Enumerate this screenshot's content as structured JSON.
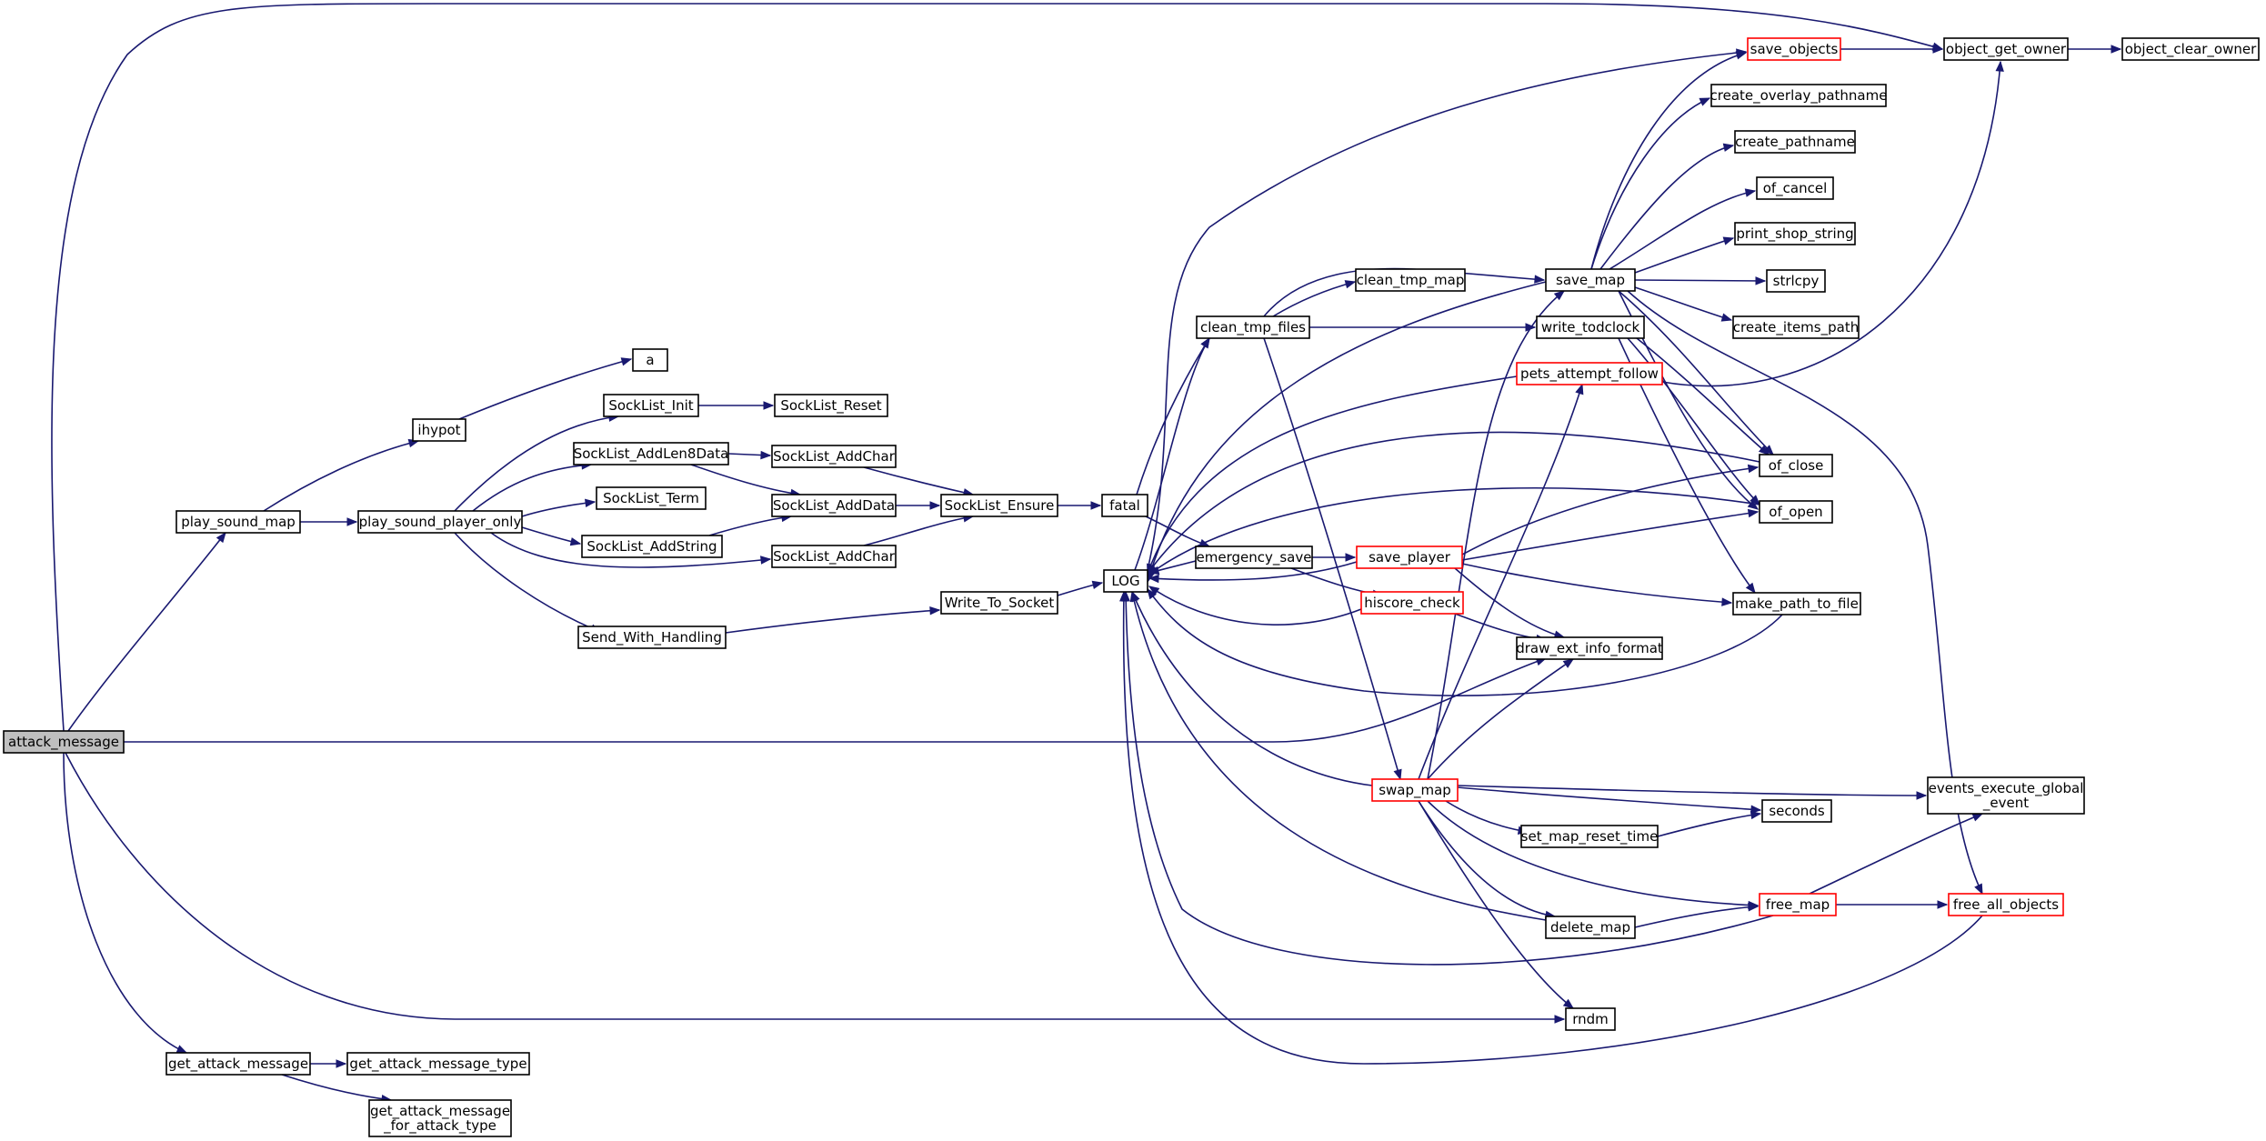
{
  "graph": {
    "edge_color": "#191970",
    "current_node_fill": "#bfbfbf",
    "truncated_border_color": "#ff0000",
    "nodes": [
      {
        "id": "attack_message",
        "lines": [
          "attack_message"
        ],
        "current": true
      },
      {
        "id": "play_sound_map",
        "lines": [
          "play_sound_map"
        ]
      },
      {
        "id": "get_attack_message",
        "lines": [
          "get_attack_message"
        ]
      },
      {
        "id": "ihypot",
        "lines": [
          "ihypot"
        ]
      },
      {
        "id": "a",
        "lines": [
          "a"
        ]
      },
      {
        "id": "play_sound_player_only",
        "lines": [
          "play_sound_player_only"
        ]
      },
      {
        "id": "SockList_Init",
        "lines": [
          "SockList_Init"
        ]
      },
      {
        "id": "SockList_Reset",
        "lines": [
          "SockList_Reset"
        ]
      },
      {
        "id": "SockList_AddLen8Data",
        "lines": [
          "SockList_AddLen8Data"
        ]
      },
      {
        "id": "SockList_AddChar_1",
        "lines": [
          "SockList_AddChar"
        ]
      },
      {
        "id": "SockList_Term",
        "lines": [
          "SockList_Term"
        ]
      },
      {
        "id": "SockList_AddData",
        "lines": [
          "SockList_AddData"
        ]
      },
      {
        "id": "SockList_AddString",
        "lines": [
          "SockList_AddString"
        ]
      },
      {
        "id": "SockList_AddChar_2",
        "lines": [
          "SockList_AddChar"
        ]
      },
      {
        "id": "SockList_Ensure",
        "lines": [
          "SockList_Ensure"
        ]
      },
      {
        "id": "fatal",
        "lines": [
          "fatal"
        ]
      },
      {
        "id": "Send_With_Handling",
        "lines": [
          "Send_With_Handling"
        ]
      },
      {
        "id": "Write_To_Socket",
        "lines": [
          "Write_To_Socket"
        ]
      },
      {
        "id": "LOG",
        "lines": [
          "LOG"
        ]
      },
      {
        "id": "clean_tmp_files",
        "lines": [
          "clean_tmp_files"
        ]
      },
      {
        "id": "clean_tmp_map",
        "lines": [
          "clean_tmp_map"
        ]
      },
      {
        "id": "emergency_save",
        "lines": [
          "emergency_save"
        ]
      },
      {
        "id": "save_player",
        "lines": [
          "save_player"
        ],
        "truncated": true
      },
      {
        "id": "hiscore_check",
        "lines": [
          "hiscore_check"
        ],
        "truncated": true
      },
      {
        "id": "swap_map",
        "lines": [
          "swap_map"
        ],
        "truncated": true
      },
      {
        "id": "save_map",
        "lines": [
          "save_map"
        ]
      },
      {
        "id": "write_todclock",
        "lines": [
          "write_todclock"
        ]
      },
      {
        "id": "pets_attempt_follow",
        "lines": [
          "pets_attempt_follow"
        ],
        "truncated": true
      },
      {
        "id": "draw_ext_info_format",
        "lines": [
          "draw_ext_info_format"
        ]
      },
      {
        "id": "set_map_reset_time",
        "lines": [
          "set_map_reset_time"
        ]
      },
      {
        "id": "delete_map",
        "lines": [
          "delete_map"
        ]
      },
      {
        "id": "rndm",
        "lines": [
          "rndm"
        ]
      },
      {
        "id": "save_objects",
        "lines": [
          "save_objects"
        ],
        "truncated": true
      },
      {
        "id": "create_overlay_pathname",
        "lines": [
          "create_overlay_pathname"
        ]
      },
      {
        "id": "create_pathname",
        "lines": [
          "create_pathname"
        ]
      },
      {
        "id": "of_cancel",
        "lines": [
          "of_cancel"
        ]
      },
      {
        "id": "print_shop_string",
        "lines": [
          "print_shop_string"
        ]
      },
      {
        "id": "strlcpy",
        "lines": [
          "strlcpy"
        ]
      },
      {
        "id": "create_items_path",
        "lines": [
          "create_items_path"
        ]
      },
      {
        "id": "of_close",
        "lines": [
          "of_close"
        ]
      },
      {
        "id": "of_open",
        "lines": [
          "of_open"
        ]
      },
      {
        "id": "make_path_to_file",
        "lines": [
          "make_path_to_file"
        ]
      },
      {
        "id": "seconds",
        "lines": [
          "seconds"
        ]
      },
      {
        "id": "free_map",
        "lines": [
          "free_map"
        ],
        "truncated": true
      },
      {
        "id": "object_get_owner",
        "lines": [
          "object_get_owner"
        ]
      },
      {
        "id": "object_clear_owner",
        "lines": [
          "object_clear_owner"
        ]
      },
      {
        "id": "events_execute_global_event",
        "lines": [
          "events_execute_global",
          "_event"
        ]
      },
      {
        "id": "free_all_objects",
        "lines": [
          "free_all_objects"
        ],
        "truncated": true
      },
      {
        "id": "get_attack_message_type",
        "lines": [
          "get_attack_message_type"
        ]
      },
      {
        "id": "get_attack_message_for_attack_type",
        "lines": [
          "get_attack_message",
          "_for_attack_type"
        ]
      }
    ]
  }
}
